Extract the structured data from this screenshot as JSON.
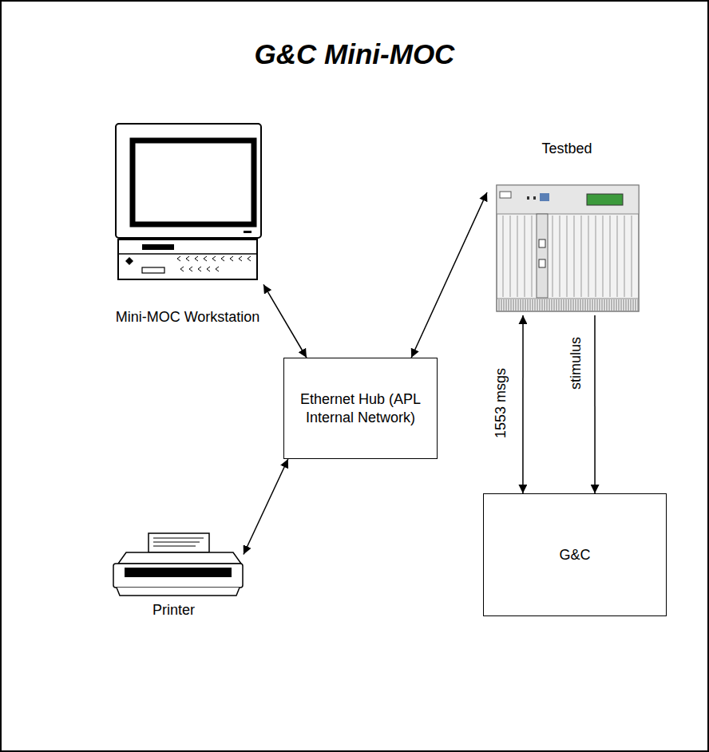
{
  "diagram": {
    "title": "G&C Mini-MOC",
    "nodes": [
      {
        "text": [
          "Mini-MOC Workstation"
        ]
      },
      {
        "text": [
          "Testbed"
        ]
      },
      {
        "text": [
          "Ethernet Hub (APL Internal Network)"
        ]
      },
      {
        "text": [
          "G&C"
        ]
      },
      {
        "text": [
          "Printer"
        ]
      }
    ],
    "edges": [
      {
        "from": 0,
        "to": 2,
        "arrow": "both"
      },
      {
        "from": 4,
        "to": 2,
        "arrow": "both"
      },
      {
        "from": 2,
        "to": 1,
        "arrow": "both"
      },
      {
        "from": 1,
        "to": 3,
        "label": "1553 msgs",
        "arrow": "both"
      },
      {
        "from": 1,
        "to": 3,
        "label": "stimulus",
        "arrow": "to"
      }
    ]
  }
}
